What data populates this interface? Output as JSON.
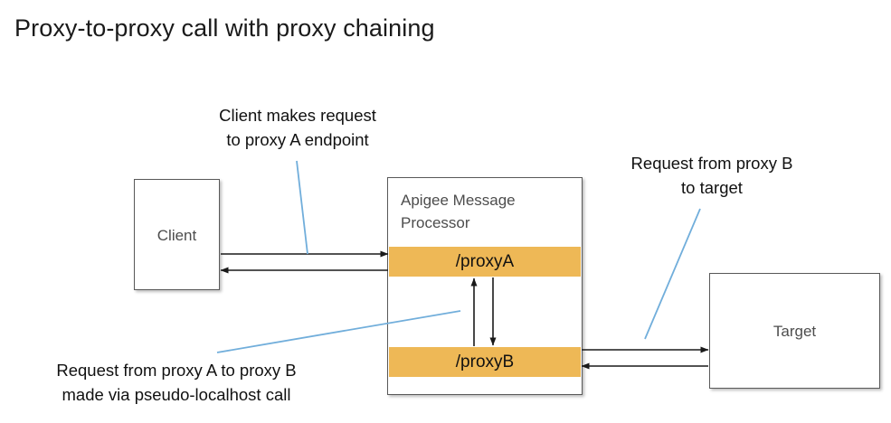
{
  "title": "Proxy-to-proxy call with proxy chaining",
  "colors": {
    "proxy_bar": "#eeb856",
    "box_border": "#595959",
    "box_label": "#4d4d4d",
    "leader_line": "#71aedb",
    "arrow": "#1a1a1a",
    "background": "#ffffff"
  },
  "nodes": {
    "client": {
      "label": "Client"
    },
    "message_processor": {
      "label": "Apigee Message\nProcessor",
      "bars": [
        {
          "label": "/proxyA"
        },
        {
          "label": "/proxyB"
        }
      ]
    },
    "target": {
      "label": "Target"
    }
  },
  "callouts": [
    {
      "id": "client-request",
      "text": "Client makes request\nto proxy A endpoint"
    },
    {
      "id": "proxy-b-to-target",
      "text": "Request from proxy B\nto target"
    },
    {
      "id": "proxy-a-to-proxy-b",
      "text": "Request from proxy A to proxy B\nmade via pseudo-localhost call"
    }
  ],
  "arrows": [
    {
      "id": "client-to-proxy-a",
      "direction": "right"
    },
    {
      "id": "proxy-a-to-client",
      "direction": "left"
    },
    {
      "id": "proxy-b-to-proxy-a",
      "direction": "up"
    },
    {
      "id": "proxy-a-to-proxy-b",
      "direction": "down"
    },
    {
      "id": "proxy-b-to-target",
      "direction": "right"
    },
    {
      "id": "target-to-proxy-b",
      "direction": "left"
    }
  ]
}
